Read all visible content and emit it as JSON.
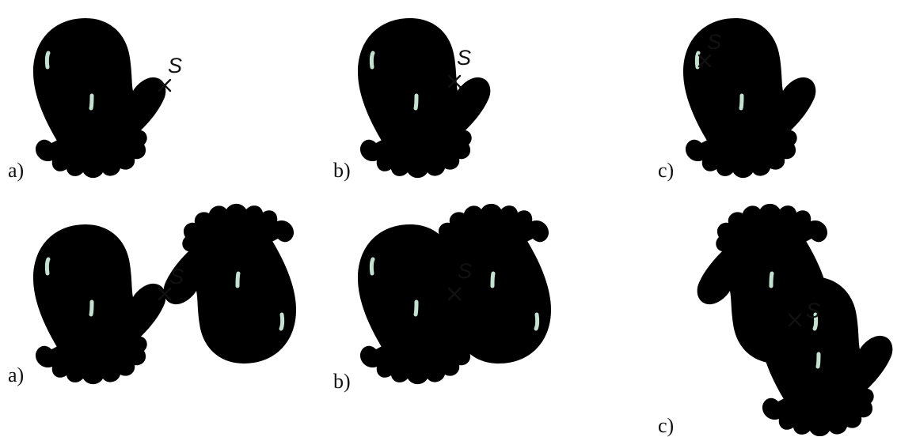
{
  "point_label": "S",
  "colors": {
    "mitten_fill": "#efc3c1",
    "outline_light": "#8f9b9b",
    "outline_dark": "#58727a",
    "cuff_fill": "#b5dcc9",
    "highlight": "#c2e1d0",
    "mark": "#111111"
  },
  "panels": [
    {
      "label": "a)",
      "row": "top"
    },
    {
      "label": "b)",
      "row": "top"
    },
    {
      "label": "c)",
      "row": "top"
    },
    {
      "label": "a)",
      "row": "bottom"
    },
    {
      "label": "b)",
      "row": "bottom"
    },
    {
      "label": "c)",
      "row": "bottom"
    }
  ]
}
